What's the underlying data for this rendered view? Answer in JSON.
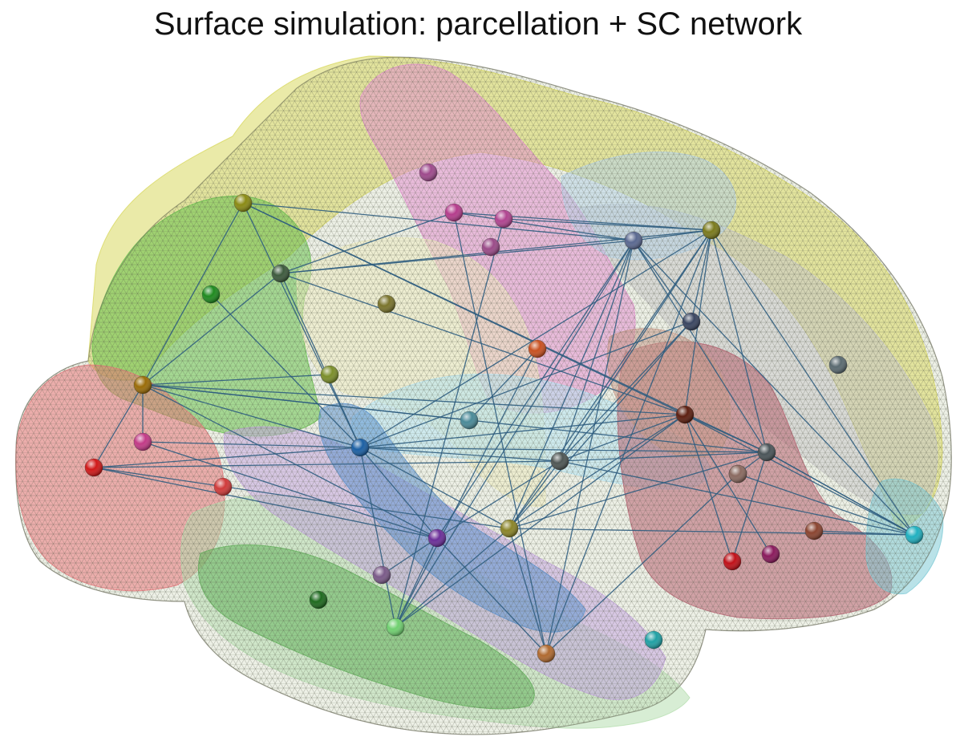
{
  "title": "Surface simulation: parcellation + SC network",
  "colors": {
    "edge": "#2f5d80",
    "mesh": "#555a4a"
  },
  "regions": [
    {
      "id": "frontal-yellow",
      "color": "#d8d860"
    },
    {
      "id": "parietal-gray",
      "color": "#c9c9c9"
    },
    {
      "id": "precentral-pink",
      "color": "#e390cf"
    },
    {
      "id": "prefrontal-green",
      "color": "#67c24c"
    },
    {
      "id": "orbitofrontal-red",
      "color": "#e9767a"
    },
    {
      "id": "insula-cream",
      "color": "#ecebbf"
    },
    {
      "id": "sts-cyan",
      "color": "#b5e3f3"
    },
    {
      "id": "occipital-maroon",
      "color": "#b86070"
    },
    {
      "id": "temporal-lightgreen",
      "color": "#b7deb0"
    },
    {
      "id": "temporal-purple",
      "color": "#c4a6e0"
    },
    {
      "id": "temporal-blue",
      "color": "#5c94d0"
    },
    {
      "id": "parietal-blue",
      "color": "#b7d3e7"
    },
    {
      "id": "occipital-cyan",
      "color": "#7fcbd6"
    },
    {
      "id": "inferior-temporal-green",
      "color": "#62b25a"
    },
    {
      "id": "supramarginal-brown",
      "color": "#c89a8a"
    }
  ],
  "nodes": [
    {
      "id": "n1",
      "color": "#8a8a14"
    },
    {
      "id": "n2",
      "color": "#1f8a1f"
    },
    {
      "id": "n3",
      "color": "#3d5a3d"
    },
    {
      "id": "n4",
      "color": "#9a6c08"
    },
    {
      "id": "n5",
      "color": "#c23a86"
    },
    {
      "id": "n6",
      "color": "#d01818"
    },
    {
      "id": "n7",
      "color": "#d03a3a"
    },
    {
      "id": "n8",
      "color": "#1b5fa3"
    },
    {
      "id": "n9",
      "color": "#7b8e2a"
    },
    {
      "id": "n10",
      "color": "#7a742c"
    },
    {
      "id": "n11",
      "color": "#9e4a8c"
    },
    {
      "id": "n12",
      "color": "#b43c8c"
    },
    {
      "id": "n13",
      "color": "#b04490"
    },
    {
      "id": "n14",
      "color": "#9a4a88"
    },
    {
      "id": "n15",
      "color": "#5a6890"
    },
    {
      "id": "n16",
      "color": "#7a7a1c"
    },
    {
      "id": "n17",
      "color": "#3a4560"
    },
    {
      "id": "n18",
      "color": "#c85020"
    },
    {
      "id": "n19",
      "color": "#4a5458"
    },
    {
      "id": "n20",
      "color": "#5c1e10"
    },
    {
      "id": "n21",
      "color": "#4e5654"
    },
    {
      "id": "n22",
      "color": "#4a8a98"
    },
    {
      "id": "n23",
      "color": "#8a5646"
    },
    {
      "id": "n24",
      "color": "#5a6a70"
    },
    {
      "id": "n25",
      "color": "#8a8428"
    },
    {
      "id": "n26",
      "color": "#6b2e98"
    },
    {
      "id": "n27",
      "color": "#7a5a88"
    },
    {
      "id": "n28",
      "color": "#1e6a1e"
    },
    {
      "id": "n29",
      "color": "#70d070"
    },
    {
      "id": "n30",
      "color": "#b06a30"
    },
    {
      "id": "n31",
      "color": "#20a0a4"
    },
    {
      "id": "n32",
      "color": "#20b0c0"
    },
    {
      "id": "n33",
      "color": "#8a4430"
    },
    {
      "id": "n34",
      "color": "#c01018"
    },
    {
      "id": "n35",
      "color": "#8a1a5c"
    },
    {
      "id": "n36",
      "color": "#8a6a60"
    }
  ],
  "edges": [
    [
      "n1",
      "n15"
    ],
    [
      "n1",
      "n8"
    ],
    [
      "n1",
      "n4"
    ],
    [
      "n1",
      "n19"
    ],
    [
      "n1",
      "n20"
    ],
    [
      "n3",
      "n16"
    ],
    [
      "n3",
      "n15"
    ],
    [
      "n3",
      "n12"
    ],
    [
      "n3",
      "n4"
    ],
    [
      "n3",
      "n20"
    ],
    [
      "n3",
      "n8"
    ],
    [
      "n4",
      "n8"
    ],
    [
      "n4",
      "n20"
    ],
    [
      "n4",
      "n22"
    ],
    [
      "n4",
      "n26"
    ],
    [
      "n4",
      "n9"
    ],
    [
      "n4",
      "n6"
    ],
    [
      "n4",
      "n19"
    ],
    [
      "n4",
      "n5"
    ],
    [
      "n5",
      "n8"
    ],
    [
      "n5",
      "n26"
    ],
    [
      "n6",
      "n8"
    ],
    [
      "n6",
      "n26"
    ],
    [
      "n6",
      "n21"
    ],
    [
      "n6",
      "n25"
    ],
    [
      "n8",
      "n20"
    ],
    [
      "n8",
      "n21"
    ],
    [
      "n8",
      "n16"
    ],
    [
      "n8",
      "n26"
    ],
    [
      "n8",
      "n29"
    ],
    [
      "n8",
      "n17"
    ],
    [
      "n8",
      "n19"
    ],
    [
      "n8",
      "n2"
    ],
    [
      "n8",
      "n25"
    ],
    [
      "n12",
      "n16"
    ],
    [
      "n12",
      "n15"
    ],
    [
      "n12",
      "n30"
    ],
    [
      "n13",
      "n29"
    ],
    [
      "n13",
      "n16"
    ],
    [
      "n15",
      "n16"
    ],
    [
      "n15",
      "n19"
    ],
    [
      "n15",
      "n26"
    ],
    [
      "n15",
      "n25"
    ],
    [
      "n15",
      "n30"
    ],
    [
      "n15",
      "n21"
    ],
    [
      "n15",
      "n29"
    ],
    [
      "n15",
      "n32"
    ],
    [
      "n15",
      "n17"
    ],
    [
      "n16",
      "n19"
    ],
    [
      "n16",
      "n25"
    ],
    [
      "n16",
      "n21"
    ],
    [
      "n16",
      "n20"
    ],
    [
      "n16",
      "n30"
    ],
    [
      "n16",
      "n17"
    ],
    [
      "n16",
      "n32"
    ],
    [
      "n17",
      "n21"
    ],
    [
      "n17",
      "n25"
    ],
    [
      "n18",
      "n29"
    ],
    [
      "n18",
      "n22"
    ],
    [
      "n19",
      "n32"
    ],
    [
      "n19",
      "n34"
    ],
    [
      "n19",
      "n21"
    ],
    [
      "n19",
      "n36"
    ],
    [
      "n19",
      "n25"
    ],
    [
      "n19",
      "n20"
    ],
    [
      "n20",
      "n25"
    ],
    [
      "n20",
      "n34"
    ],
    [
      "n20",
      "n35"
    ],
    [
      "n20",
      "n32"
    ],
    [
      "n20",
      "n21"
    ],
    [
      "n20",
      "n29"
    ],
    [
      "n21",
      "n26"
    ],
    [
      "n21",
      "n25"
    ],
    [
      "n21",
      "n32"
    ],
    [
      "n23",
      "n30"
    ],
    [
      "n23",
      "n32"
    ],
    [
      "n25",
      "n29"
    ],
    [
      "n25",
      "n30"
    ],
    [
      "n25",
      "n32"
    ],
    [
      "n26",
      "n29"
    ],
    [
      "n26",
      "n30"
    ],
    [
      "n26",
      "n27"
    ],
    [
      "n32",
      "n33"
    ],
    [
      "n32",
      "n19"
    ]
  ]
}
